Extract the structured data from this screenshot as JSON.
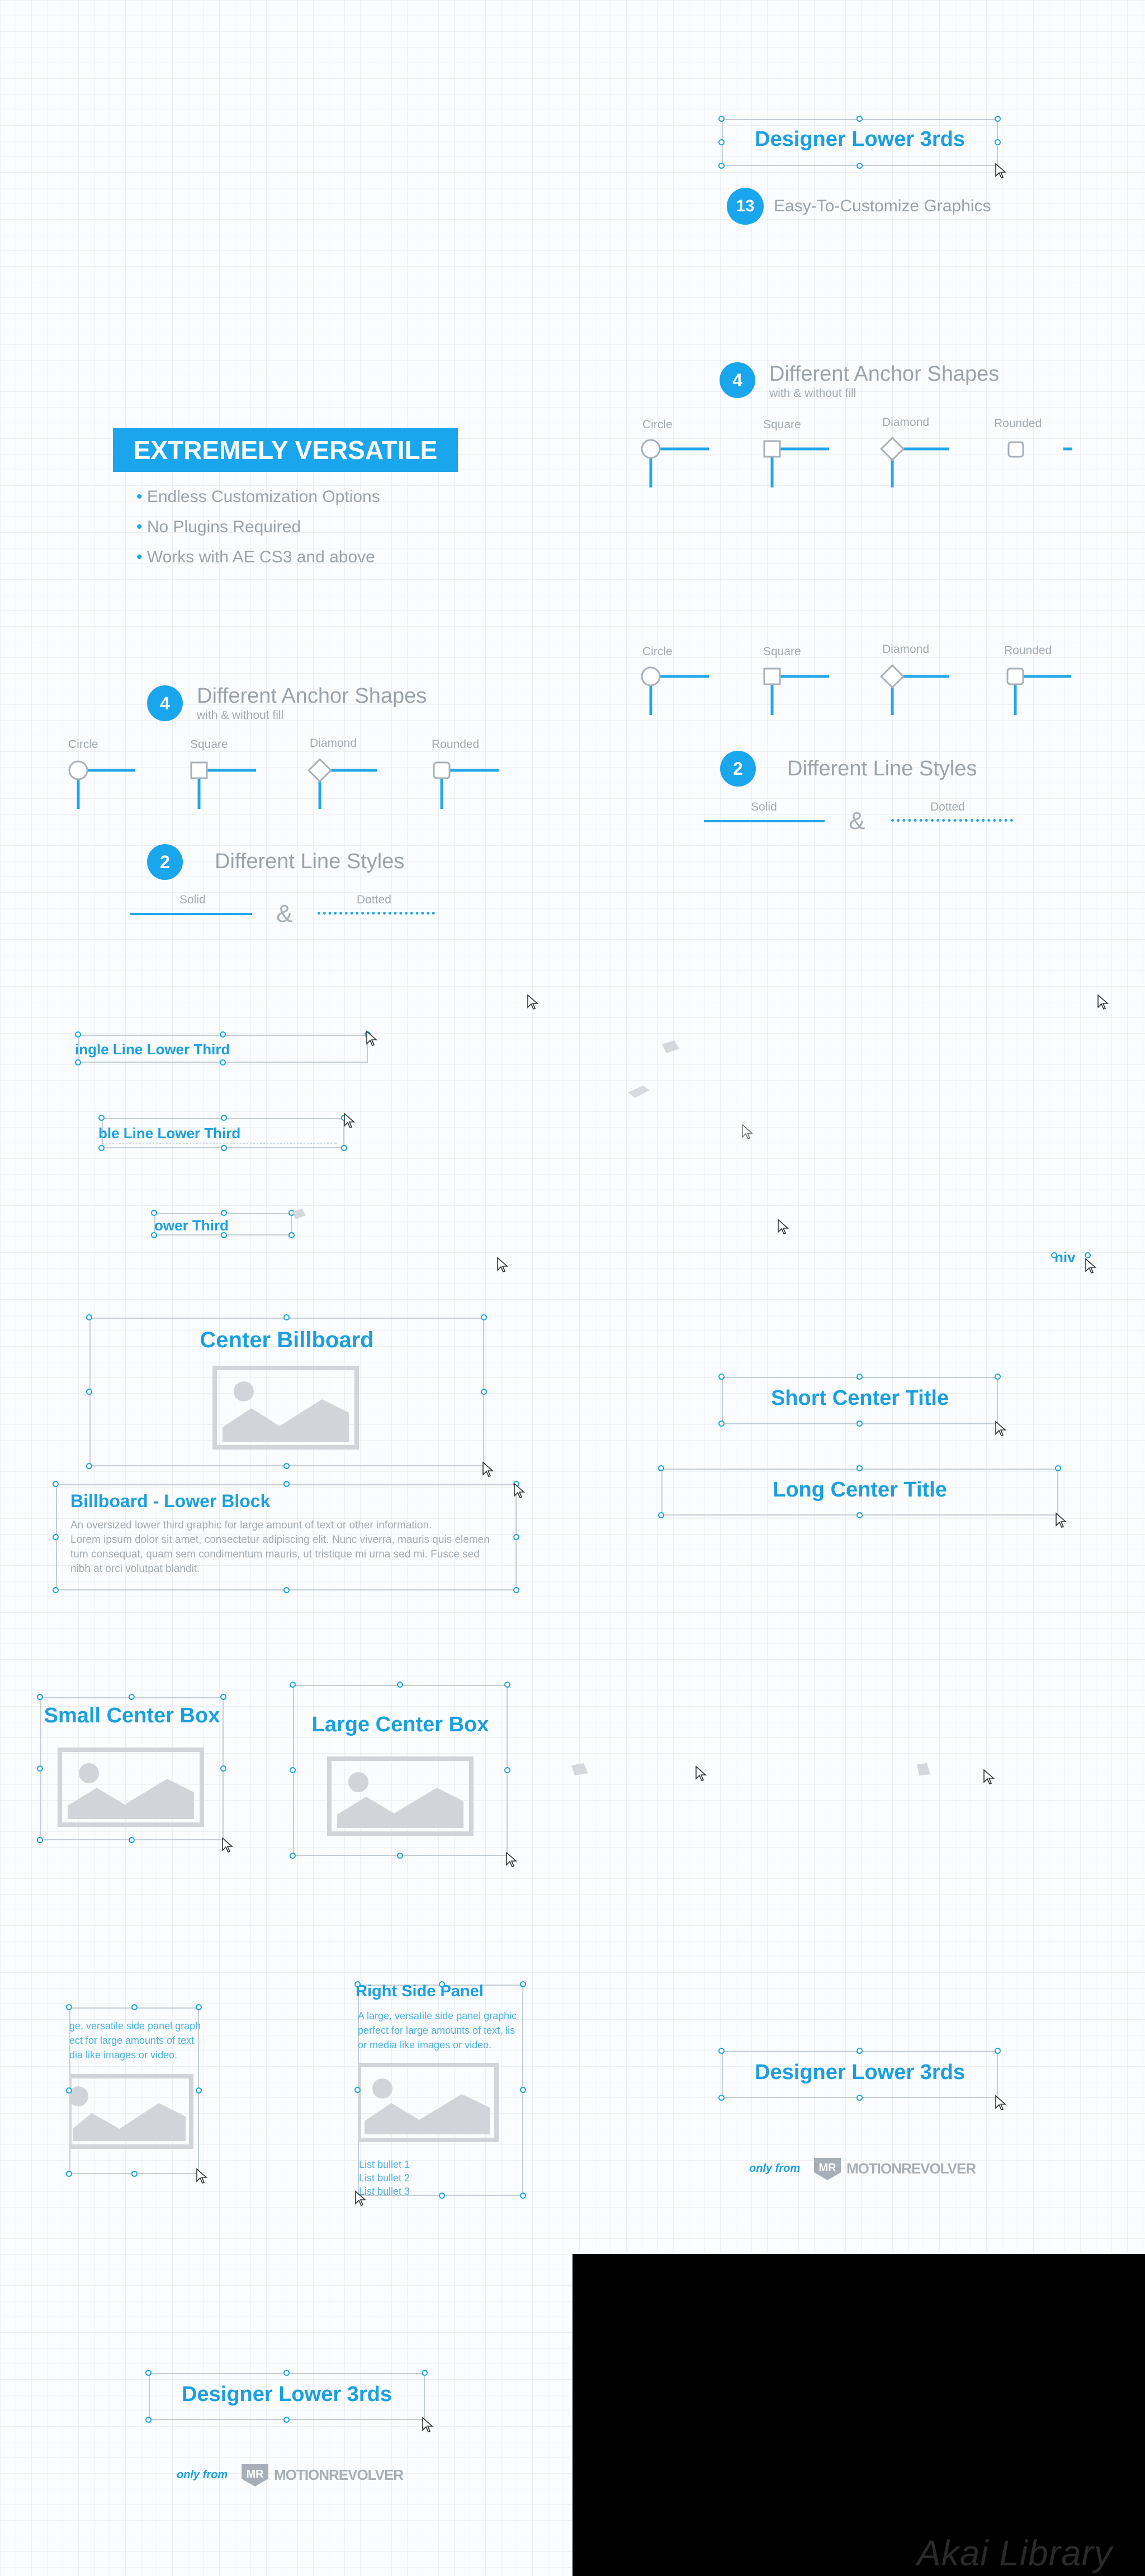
{
  "designer_title": "Designer Lower 3rds",
  "count_badge": "13",
  "count_text": "Easy-To-Customize Graphics",
  "versatile": {
    "banner": "EXTREMELY VERSATILE",
    "bullets": [
      "Endless Customization Options",
      "No Plugins Required",
      "Works with AE CS3 and above"
    ]
  },
  "anchors": {
    "badge": "4",
    "title": "Different Anchor Shapes",
    "subtitle": "with & without fill",
    "labels": [
      "Circle",
      "Square",
      "Diamond",
      "Rounded"
    ]
  },
  "lines": {
    "badge": "2",
    "title": "Different Line Styles",
    "solid": "Solid",
    "amp": "&",
    "dotted": "Dotted"
  },
  "lower_thirds": {
    "single": "ingle Line Lower Third",
    "double": "ble Line Lower Third",
    "short": "ower Third",
    "fragment": "niv"
  },
  "billboard": {
    "center": "Center Billboard",
    "lower_block_title": "Billboard - Lower Block",
    "lower_block_text": [
      "An oversized lower third graphic for large amount of text or other information.",
      "Lorem ipsum dolor sit amet, consectetur adipiscing elit. Nunc viverra, mauris quis elemen",
      "tum consequat, quam sem condimentum mauris, ut tristique mi urna sed mi. Fusce sed",
      "nibh at orci volutpat blandit."
    ]
  },
  "center_titles": {
    "short": "Short Center Title",
    "long": "Long Center Title"
  },
  "boxes": {
    "small": "Small Center Box",
    "large": "Large Center Box"
  },
  "side_panels": {
    "left_text": [
      "ge, versatile side panel graph",
      "ect for large amounts of text",
      "dia like images or video."
    ],
    "right_title": "Right Side Panel",
    "right_text": [
      "A large, versatile side panel graphic",
      "perfect for large amounts of text, lis",
      "or media like images or video."
    ],
    "right_bullets": [
      "List bullet 1",
      "List bullet 2",
      "List bullet 3"
    ]
  },
  "brand": {
    "only_from": "only from",
    "mr": "MR",
    "name": "MOTIONREVOLVER"
  },
  "watermark": "Akai Library"
}
